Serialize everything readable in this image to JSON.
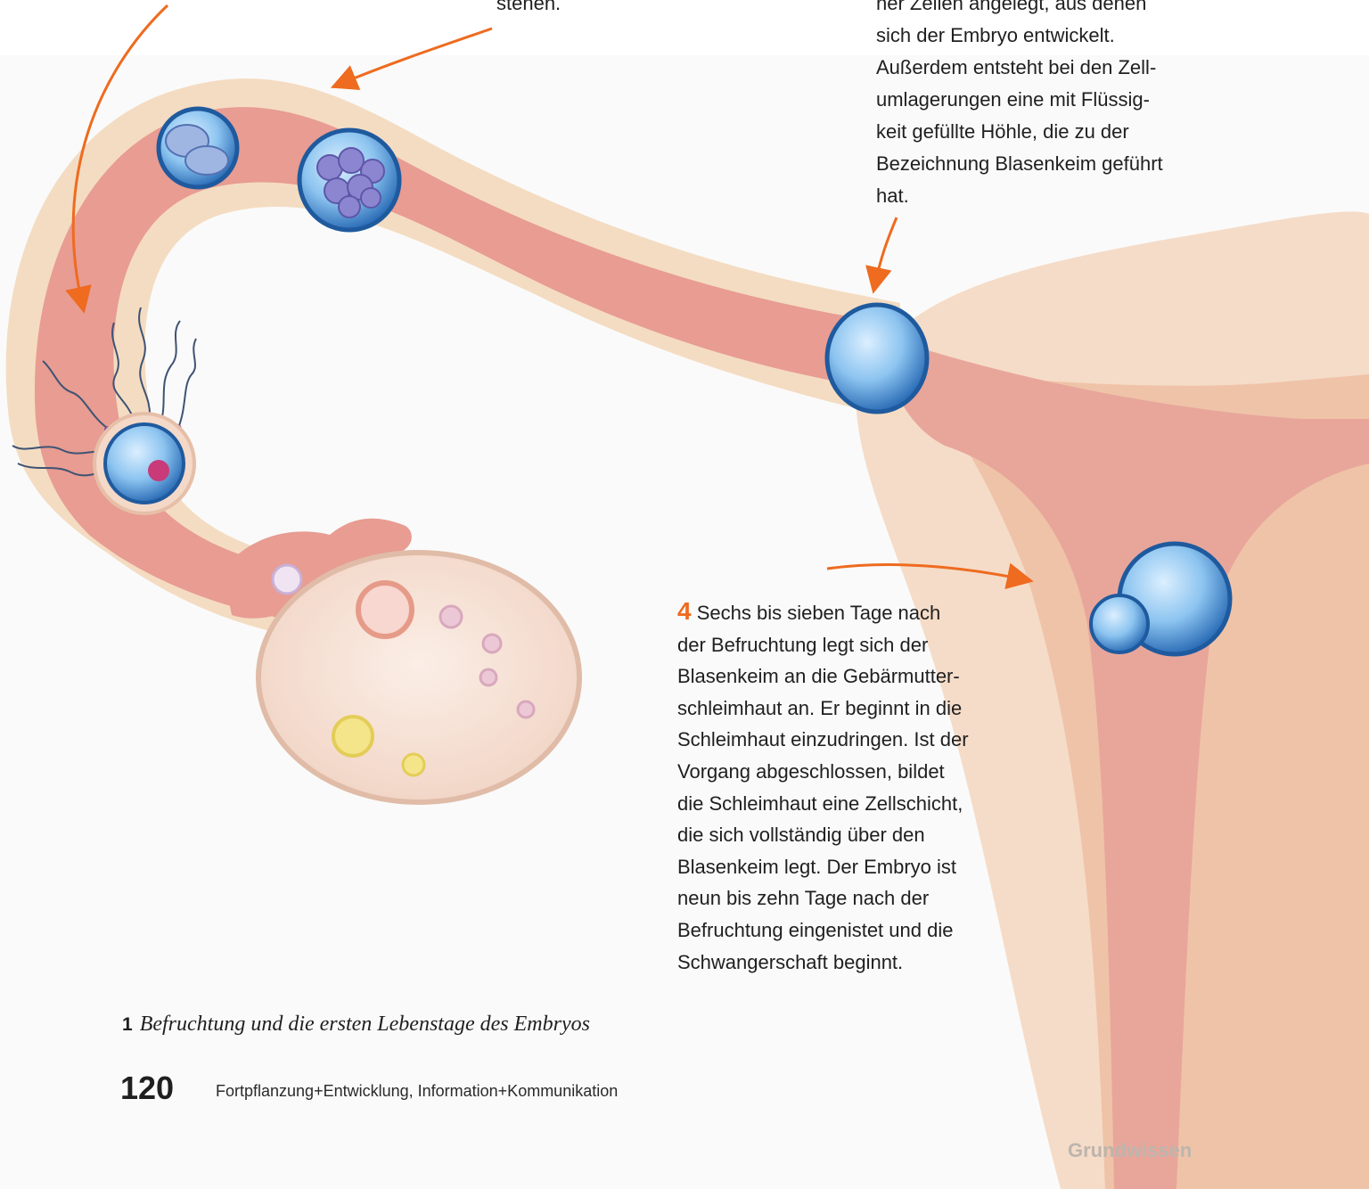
{
  "top_center_text": "stehen.",
  "top_right_lines": [
    "her Zellen angelegt, aus denen",
    "sich der Embryo entwickelt.",
    "Außerdem entsteht bei den Zell-",
    "umlagerungen eine mit Flüssig-",
    "keit gefüllte Höhle, die zu der",
    "Bezeichnung Blasenkeim geführt",
    "hat."
  ],
  "step4": {
    "number": "4",
    "lines": [
      "Sechs bis sieben Tage nach",
      "der Befruchtung legt sich der",
      "Blasenkeim an die Gebärmutter-",
      "schleimhaut an. Er beginnt in die",
      "Schleimhaut einzudringen. Ist der",
      "Vorgang abgeschlossen, bildet",
      "die Schleimhaut eine Zellschicht,",
      "die sich vollständig über den",
      "Blasenkeim legt. Der Embryo ist",
      "neun bis zehn Tage nach der",
      "Befruchtung eingenistet und die",
      "Schwangerschaft beginnt."
    ]
  },
  "caption": {
    "number": "1",
    "text": "Befruchtung und die ersten Lebenstage des Embryos"
  },
  "footer": {
    "page_number": "120",
    "section_title": "Fortpflanzung+Entwicklung, Information+Kommunikation",
    "chapter_tab": "Grundwissen"
  },
  "colors": {
    "arrow": "#ee6b1f",
    "tissue": "#e89a90",
    "tube_outer": "#f3d9bd",
    "uterus": "#f4d7c0",
    "cell_blue": "#5a9fdc"
  }
}
